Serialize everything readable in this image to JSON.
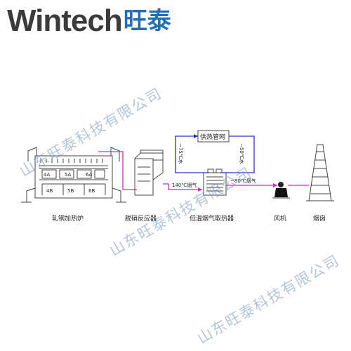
{
  "logo": {
    "en": "Wintech",
    "zh": "旺泰"
  },
  "watermark": "山东旺泰科技有限公司",
  "colors": {
    "pipe": "#e020d0",
    "water": "#2233cc",
    "line": "#444444",
    "logo_blue": "#1f6fb8"
  },
  "components": {
    "furnace": "轧钢加热炉",
    "reactor": "脱硝反应器",
    "exchanger": "低温烟气取热器",
    "fan": "风机",
    "chimney": "烟囱",
    "heating_network": "供热管网"
  },
  "flow_labels": {
    "gas_in": "140℃烟气",
    "gas_out": "~80℃烟气",
    "water_left": "~75℃水",
    "water_right": "~50℃水"
  },
  "furnace_tags": [
    "4A",
    "5A",
    "6A",
    "4B",
    "5B",
    "6B"
  ]
}
